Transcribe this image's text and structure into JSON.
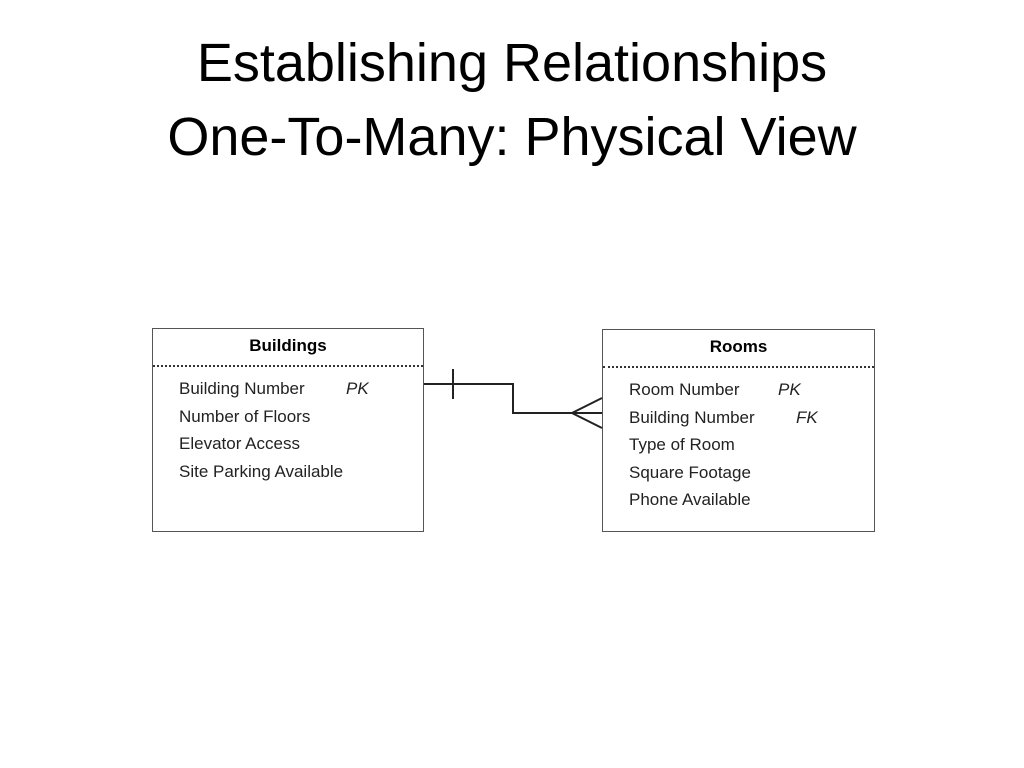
{
  "title": {
    "line1": "Establishing Relationships",
    "line2": "One-To-Many: Physical View"
  },
  "diagram": {
    "relationship": "one-to-many",
    "entities": [
      {
        "name": "Buildings",
        "attributes": [
          {
            "name": "Building Number",
            "key": "PK"
          },
          {
            "name": "Number of Floors",
            "key": ""
          },
          {
            "name": "Elevator Access",
            "key": ""
          },
          {
            "name": "Site Parking Available",
            "key": ""
          }
        ]
      },
      {
        "name": "Rooms",
        "attributes": [
          {
            "name": "Room Number",
            "key": "PK"
          },
          {
            "name": "Building Number",
            "key": "FK"
          },
          {
            "name": "Type of Room",
            "key": ""
          },
          {
            "name": "Square Footage",
            "key": ""
          },
          {
            "name": "Phone Available",
            "key": ""
          }
        ]
      }
    ]
  }
}
